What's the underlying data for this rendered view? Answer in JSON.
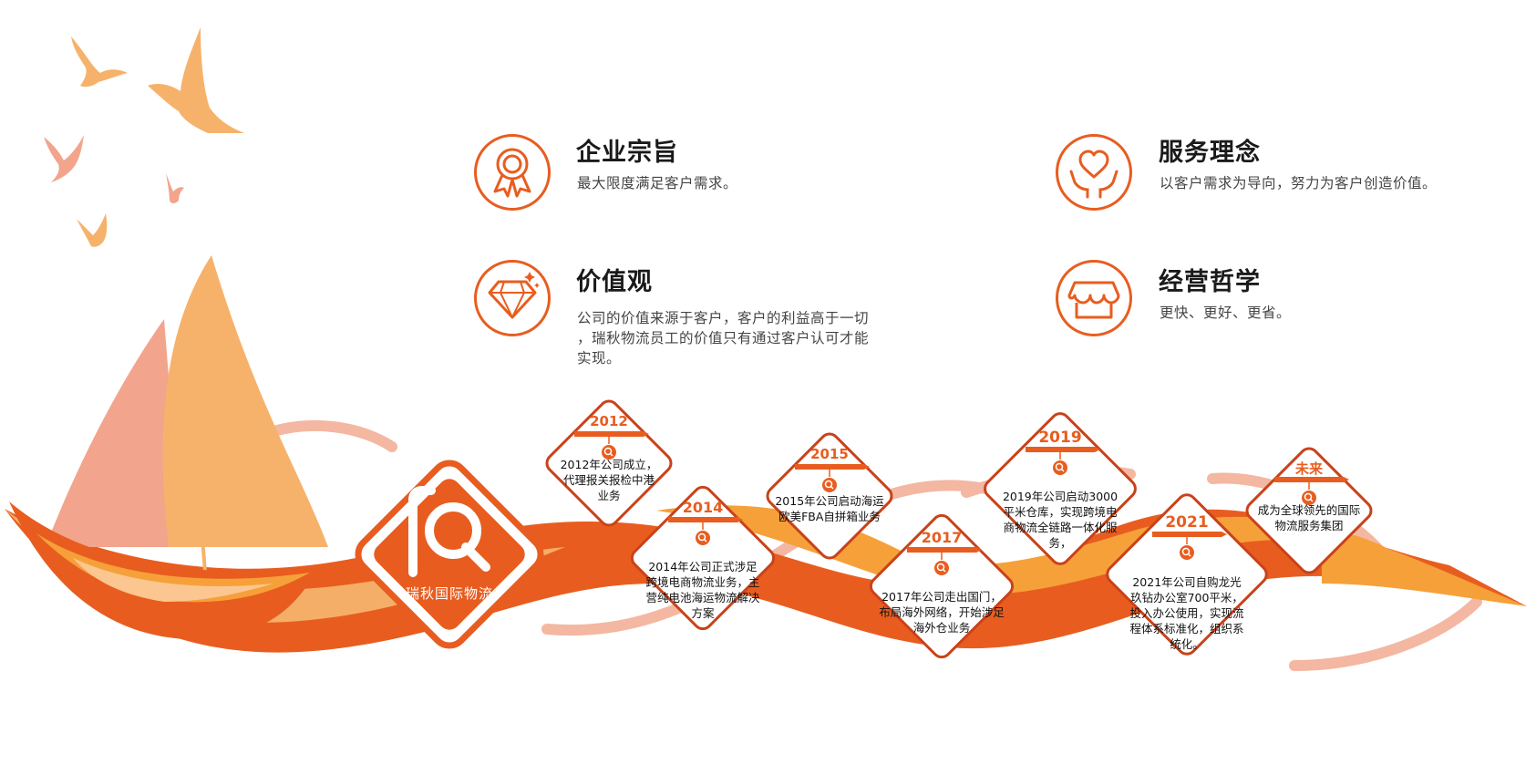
{
  "values": [
    {
      "title": "企业宗旨",
      "text": "最大限度满足客户需求。",
      "icon": "award-ribbon-icon"
    },
    {
      "title": "服务理念",
      "text": "以客户需求为导向，努力为客户创造价值。",
      "icon": "heart-hands-icon"
    },
    {
      "title": "价值观",
      "text": "公司的价值来源于客户，客户的利益高于一切 ，瑞秋物流员工的价值只有通过客户认可才能实现。",
      "icon": "diamond-icon"
    },
    {
      "title": "经营哲学",
      "text": "更快、更好、更省。",
      "icon": "shop-icon"
    }
  ],
  "logo": {
    "text": "瑞秋国际物流",
    "mark": "RQ"
  },
  "timeline": [
    {
      "year": "2012",
      "text": "2012年公司成立，代理报关报检中港业务"
    },
    {
      "year": "2014",
      "text": "2014年公司正式涉足跨境电商物流业务，主营纯电池海运物流解决方案"
    },
    {
      "year": "2015",
      "text": "2015年公司启动海运欧美FBA自拼箱业务"
    },
    {
      "year": "2017",
      "text": "2017年公司走出国门，布局海外网络，开始涉足海外仓业务"
    },
    {
      "year": "2019",
      "text": "2019年公司启动3000平米仓库，实现跨境电商物流全链路一体化服务，"
    },
    {
      "year": "2021",
      "text": "2021年公司自购龙光玖钻办公室700平米，投入办公使用，实现流程体系标准化，组织系统化。"
    },
    {
      "year": "未来",
      "text": "成为全球领先的国际物流服务集团"
    }
  ],
  "colors": {
    "accent": "#e85d1f",
    "orange_light": "#f6b26b",
    "salmon": "#f2a48c",
    "pink_wave": "#f4b7a2"
  }
}
